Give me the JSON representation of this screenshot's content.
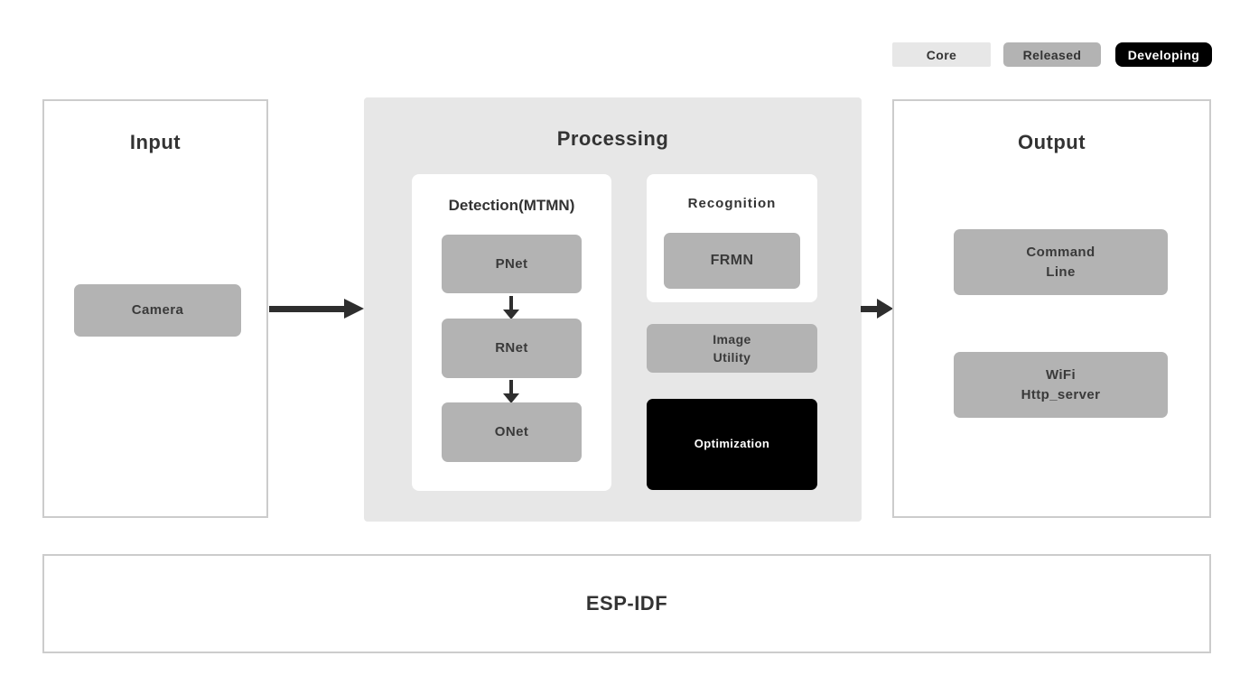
{
  "legend": {
    "core": {
      "label": "Core",
      "color": "#e7e7e7",
      "text_color": "#333333"
    },
    "released": {
      "label": "Released",
      "color": "#b3b3b3",
      "text_color": "#333333"
    },
    "developing": {
      "label": "Developing",
      "color": "#000000",
      "text_color": "#ffffff"
    }
  },
  "input_section": {
    "title": "Input",
    "camera": {
      "label": "Camera",
      "status": "released"
    }
  },
  "processing_section": {
    "title": "Processing",
    "detection": {
      "title": "Detection(MTMN)",
      "nodes": [
        {
          "label": "PNet",
          "status": "released"
        },
        {
          "label": "RNet",
          "status": "released"
        },
        {
          "label": "ONet",
          "status": "released"
        }
      ]
    },
    "recognition": {
      "title": "Recognition",
      "node": {
        "label": "FRMN",
        "status": "released"
      }
    },
    "image_utility": {
      "line1": "Image",
      "line2": "Utility",
      "status": "released"
    },
    "optimization": {
      "label": "Optimization",
      "status": "developing"
    }
  },
  "output_section": {
    "title": "Output",
    "command_line": {
      "line1": "Command",
      "line2": "Line",
      "status": "released"
    },
    "wifi_http_server": {
      "line1": "WiFi",
      "line2": "Http_server",
      "status": "released"
    }
  },
  "foundation": {
    "title": "ESP-IDF",
    "status": "core"
  }
}
